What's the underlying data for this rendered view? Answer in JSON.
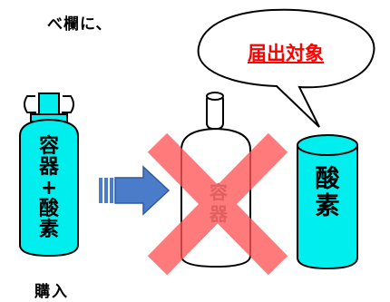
{
  "intro_text": "べ欄に、",
  "bubble": {
    "label": "届出対象"
  },
  "left_cylinder": {
    "lines": [
      "容",
      "器",
      "+",
      "酸",
      "素"
    ]
  },
  "middle_cylinder": {
    "lines": [
      "容",
      "器"
    ]
  },
  "right_cylinder": {
    "lines": [
      "酸",
      "素"
    ]
  },
  "purchase_label": "購入",
  "colors": {
    "cyan": "#00eeee",
    "red_x": "#ff5555",
    "arrow": "#4a7cc9",
    "bubble_text": "#ff0000"
  }
}
